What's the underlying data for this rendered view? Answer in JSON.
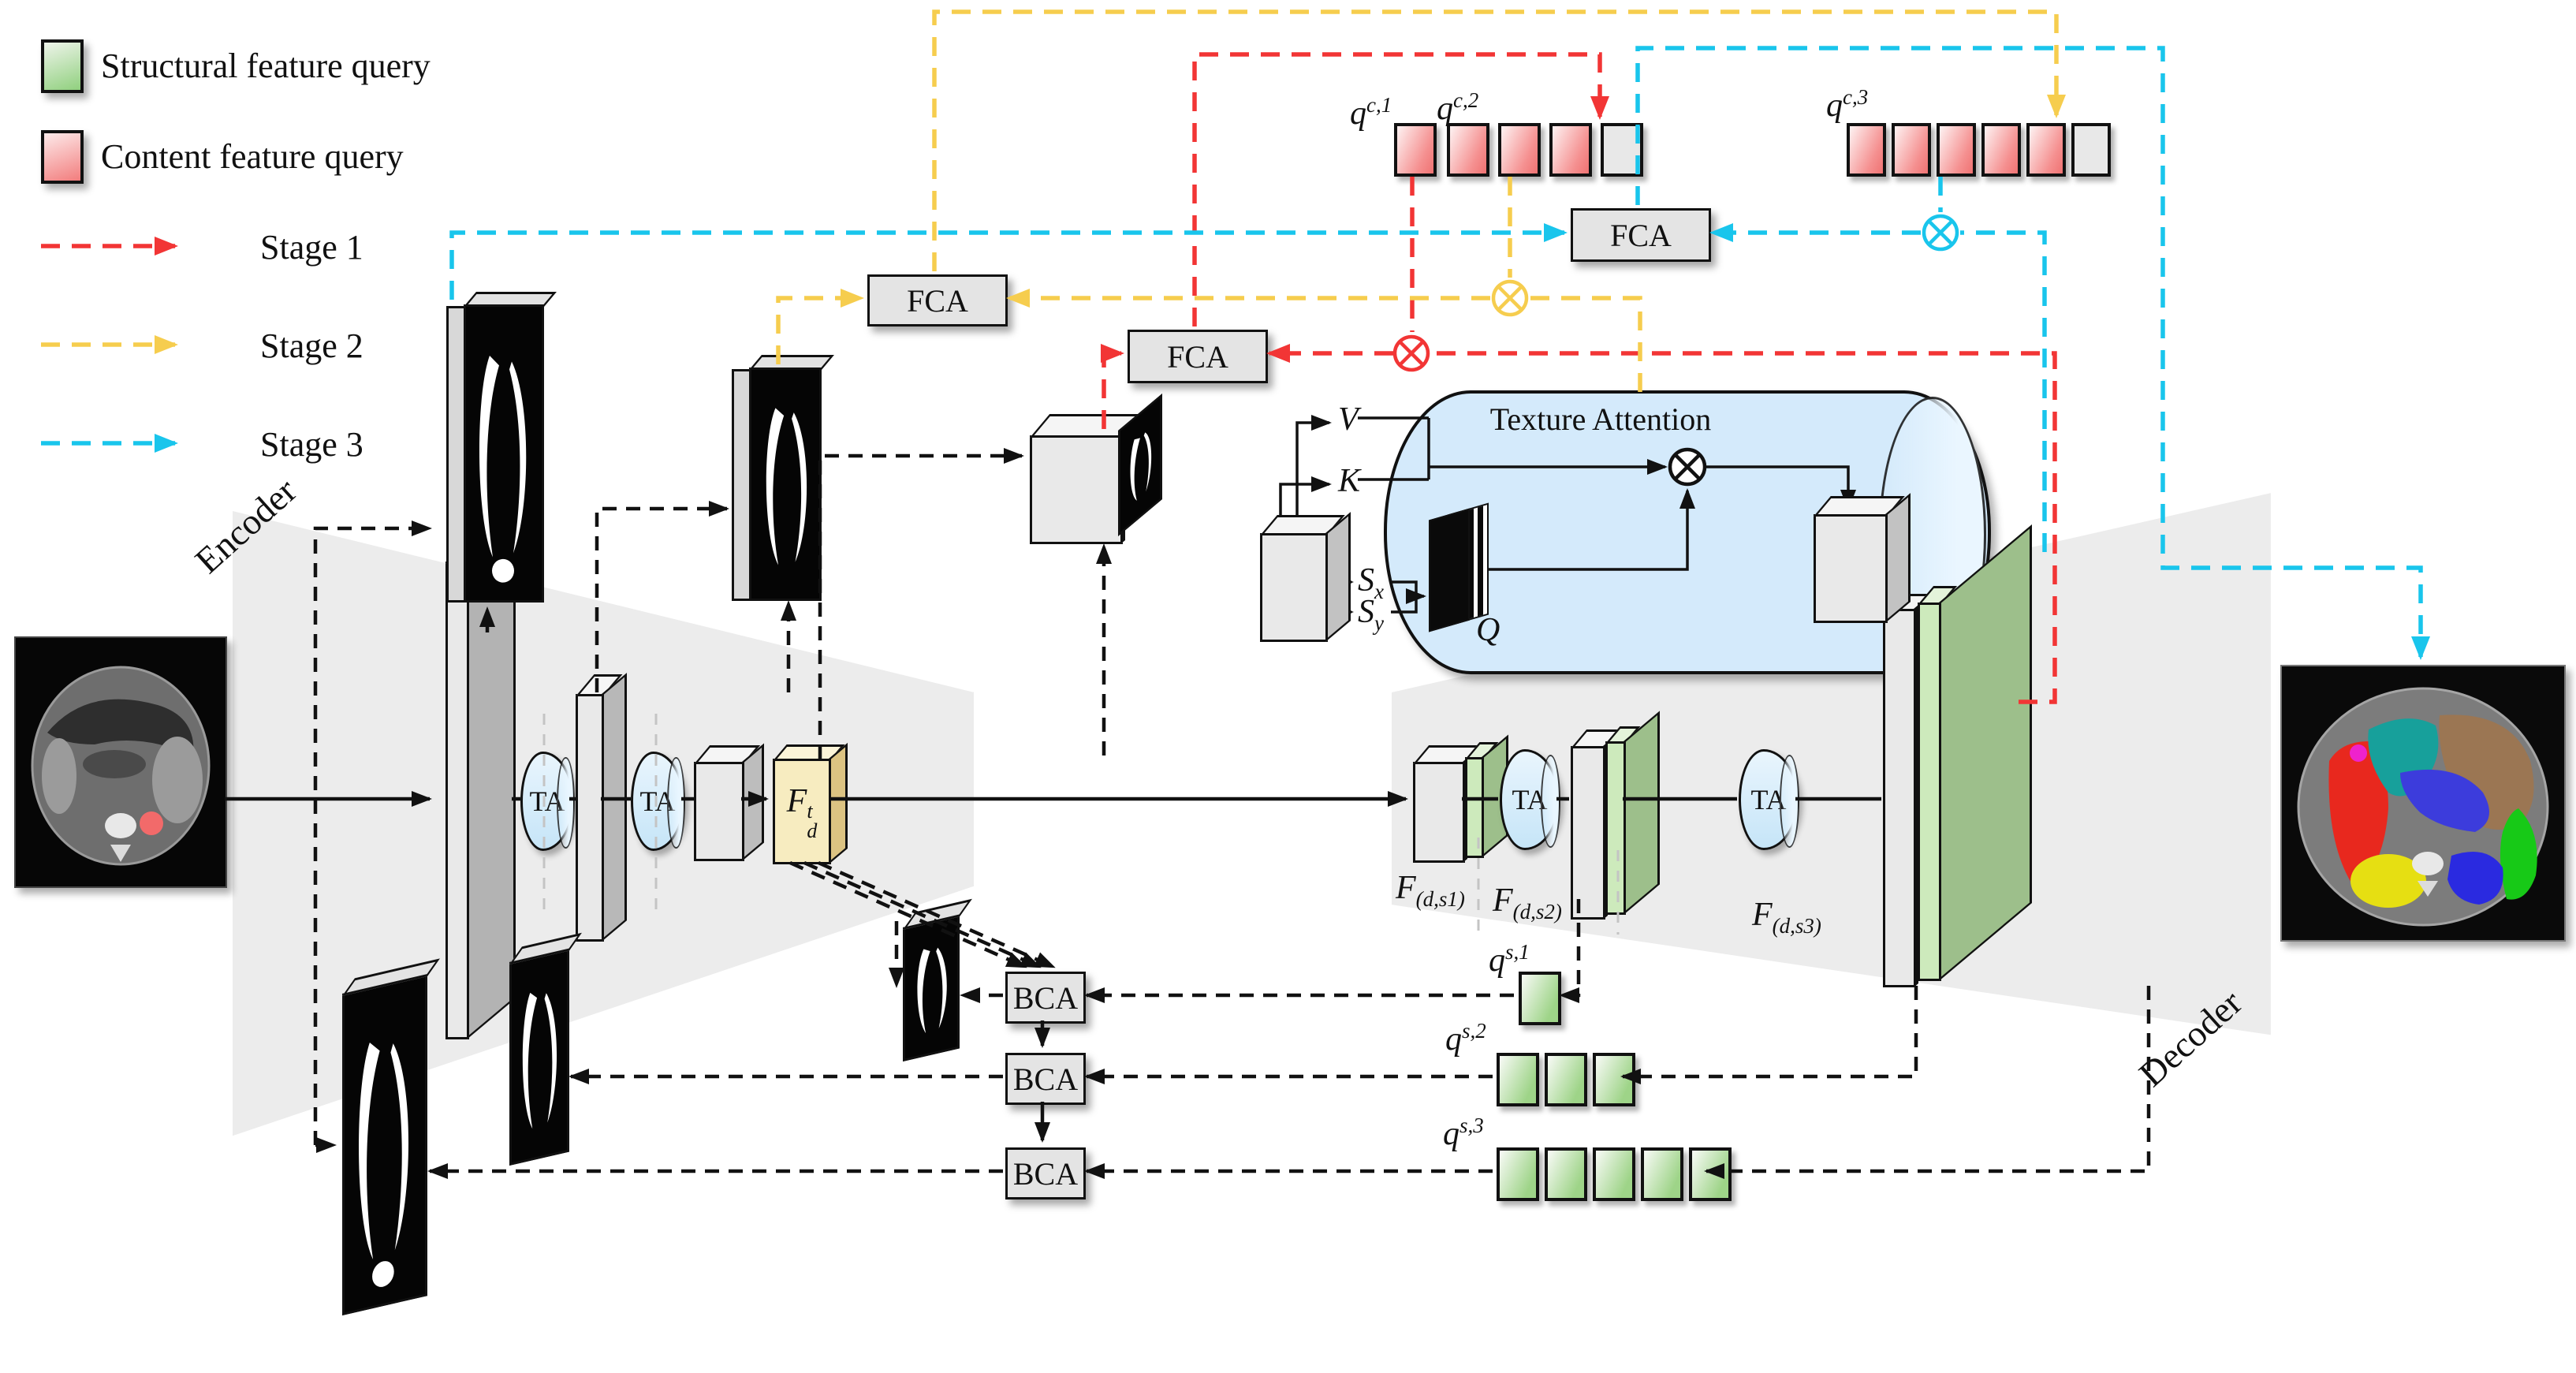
{
  "colors": {
    "stage1": "#f23535",
    "stage2": "#f6cd4e",
    "stage3": "#19c5ec",
    "structural_fill": "#9ed488",
    "content_fill": "#f48a8a",
    "block_fill": "#e4e4e4",
    "ta_fill": "#cfe9fa",
    "bottleneck_fill": "#f7ecc0"
  },
  "legend": {
    "structural_label": "Structural feature query",
    "content_label": "Content feature query",
    "stage1_label": "Stage 1",
    "stage2_label": "Stage 2",
    "stage3_label": "Stage 3"
  },
  "blocks": {
    "fca": "FCA",
    "bca": "BCA",
    "ta": "TA"
  },
  "sections": {
    "encoder": "Encoder",
    "decoder": "Decoder"
  },
  "texture_attention": {
    "title": "Texture Attention",
    "v": "V",
    "k": "K",
    "s_base": "S",
    "sx_sub": "x",
    "sy_sub": "y",
    "q": "Q"
  },
  "features": {
    "fdt": {
      "base": "F",
      "sup": "t",
      "sub": "d"
    },
    "fds1": {
      "base": "F",
      "sub": "(d,s1)"
    },
    "fds2": {
      "base": "F",
      "sub": "(d,s2)"
    },
    "fds3": {
      "base": "F",
      "sub": "(d,s3)"
    }
  },
  "queries": {
    "qc1": {
      "base": "q",
      "sup": "c,1",
      "red": 1,
      "gray": 0
    },
    "qc2": {
      "base": "q",
      "sup": "c,2",
      "red": 3,
      "gray": 1
    },
    "qc3": {
      "base": "q",
      "sup": "c,3",
      "red": 5,
      "gray": 1
    },
    "qs1": {
      "base": "q",
      "sup": "s,1",
      "green": 1
    },
    "qs2": {
      "base": "q",
      "sup": "s,2",
      "green": 3
    },
    "qs3": {
      "base": "q",
      "sup": "s,3",
      "green": 5
    }
  }
}
